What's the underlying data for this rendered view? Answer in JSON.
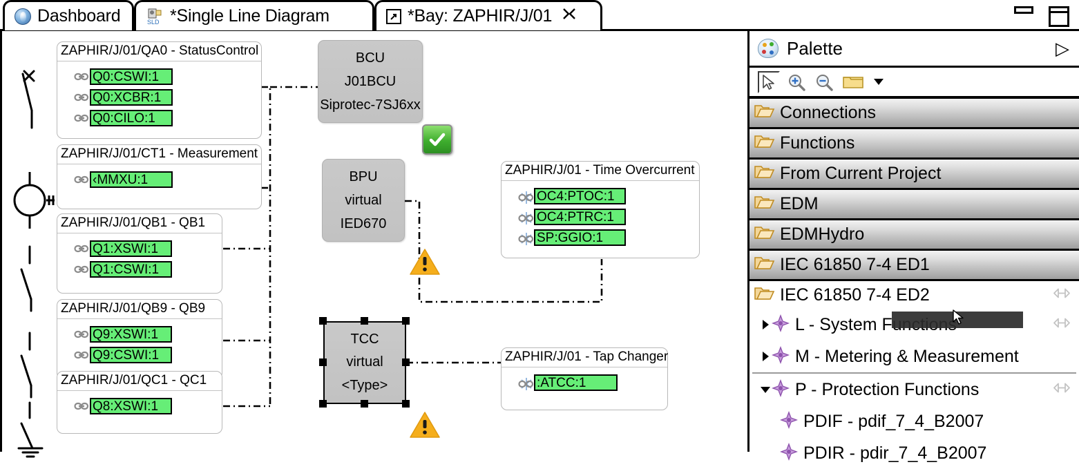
{
  "window": {
    "minimize_label": "minimize",
    "maximize_label": "maximize"
  },
  "tabs": [
    {
      "label": "Dashboard",
      "icon": "dashboard-globe-icon",
      "active": false,
      "closable": false
    },
    {
      "label": "*Single Line Diagram",
      "icon": "sld-icon",
      "active": false,
      "closable": false
    },
    {
      "label": "*Bay: ZAPHIR/J/01",
      "icon": "bay-window-icon",
      "active": true,
      "closable": true,
      "close_glyph": "✖"
    }
  ],
  "canvas": {
    "ln_groups": [
      {
        "title": "ZAPHIR/J/01/QA0 - StatusControl",
        "items": [
          "Q0:CSWI:1",
          "Q0:XCBR:1",
          "Q0:CILO:1"
        ],
        "symbol": "circuit-breaker-symbol"
      },
      {
        "title": "ZAPHIR/J/01/CT1 - Measurement",
        "items": [
          "‹MMXU:1"
        ],
        "symbol": "current-transformer-symbol"
      },
      {
        "title": "ZAPHIR/J/01/QB1 - QB1",
        "items": [
          "Q1:XSWI:1",
          "Q1:CSWI:1"
        ],
        "symbol": "disconnector-symbol"
      },
      {
        "title": "ZAPHIR/J/01/QB9 - QB9",
        "items": [
          "Q9:XSWI:1",
          "Q9:CSWI:1"
        ],
        "symbol": "disconnector-symbol"
      },
      {
        "title": "ZAPHIR/J/01/QC1 - QC1",
        "items": [
          "Q8:XSWI:1"
        ],
        "symbol": "earth-switch-symbol"
      },
      {
        "title": "ZAPHIR/J/01 - Time Overcurrent",
        "items": [
          "OC4:PTOC:1",
          "OC4:PTRC:1",
          "SP:GGIO:1"
        ],
        "symbol": "none"
      },
      {
        "title": "ZAPHIR/J/01 - Tap Changer",
        "items": [
          ":ATCC:1"
        ],
        "symbol": "none"
      }
    ],
    "ieds": [
      {
        "name": "BCU",
        "instance": "J01BCU",
        "type": "Siprotec-7SJ6xx",
        "selected": false,
        "status": "ok"
      },
      {
        "name": "BPU",
        "instance": "virtual",
        "type": "IED670",
        "selected": false,
        "status": "warning"
      },
      {
        "name": "TCC",
        "instance": "virtual",
        "type": "<Type>",
        "selected": true,
        "status": "warning"
      }
    ],
    "status_icons": {
      "ok_glyph": "✔",
      "warn_glyph": "!"
    }
  },
  "palette": {
    "title": "Palette",
    "expand_glyph": "▷",
    "toolbar": [
      {
        "name": "select-tool",
        "glyph": "➤",
        "selected": true
      },
      {
        "name": "zoom-in-tool",
        "glyph": "+",
        "selected": false
      },
      {
        "name": "zoom-out-tool",
        "glyph": "−",
        "selected": false
      },
      {
        "name": "layout-tool",
        "glyph": "▭",
        "selected": false
      }
    ],
    "folders": [
      {
        "label": "Connections",
        "open": false
      },
      {
        "label": "Functions",
        "open": false
      },
      {
        "label": "From Current Project",
        "open": false
      },
      {
        "label": "EDM",
        "open": false
      },
      {
        "label": "EDMHydro",
        "open": false
      },
      {
        "label": "IEC 61850 7-4  ED1",
        "open": false
      },
      {
        "label": "IEC 61850 7-4 ED2",
        "open": true
      }
    ],
    "tree": [
      {
        "label": "L - System Functions",
        "level": 0,
        "twisty": "right",
        "pinned": true,
        "highlighted": true
      },
      {
        "label": "M - Metering & Measurement",
        "level": 0,
        "twisty": "right",
        "pinned": false,
        "highlighted": false
      },
      {
        "label": "P - Protection Functions",
        "level": 0,
        "twisty": "down",
        "pinned": true,
        "highlighted": false
      },
      {
        "label": "PDIF - pdif_7_4_B2007",
        "level": 1,
        "twisty": "none",
        "pinned": false,
        "highlighted": false
      },
      {
        "label": "PDIR - pdir_7_4_B2007",
        "level": 1,
        "twisty": "none",
        "pinned": false,
        "highlighted": false
      }
    ]
  },
  "colors": {
    "ln_tag_green": "#66ee77",
    "ied_gray": "#c9c9c9",
    "status_ok_green": "#3fae2e",
    "status_warn_amber": "#f5ae1c",
    "folder_gradient_top": "#f3f3f3",
    "folder_gradient_bottom": "#9f9f9f",
    "accent_purple": "#b06ec8"
  }
}
